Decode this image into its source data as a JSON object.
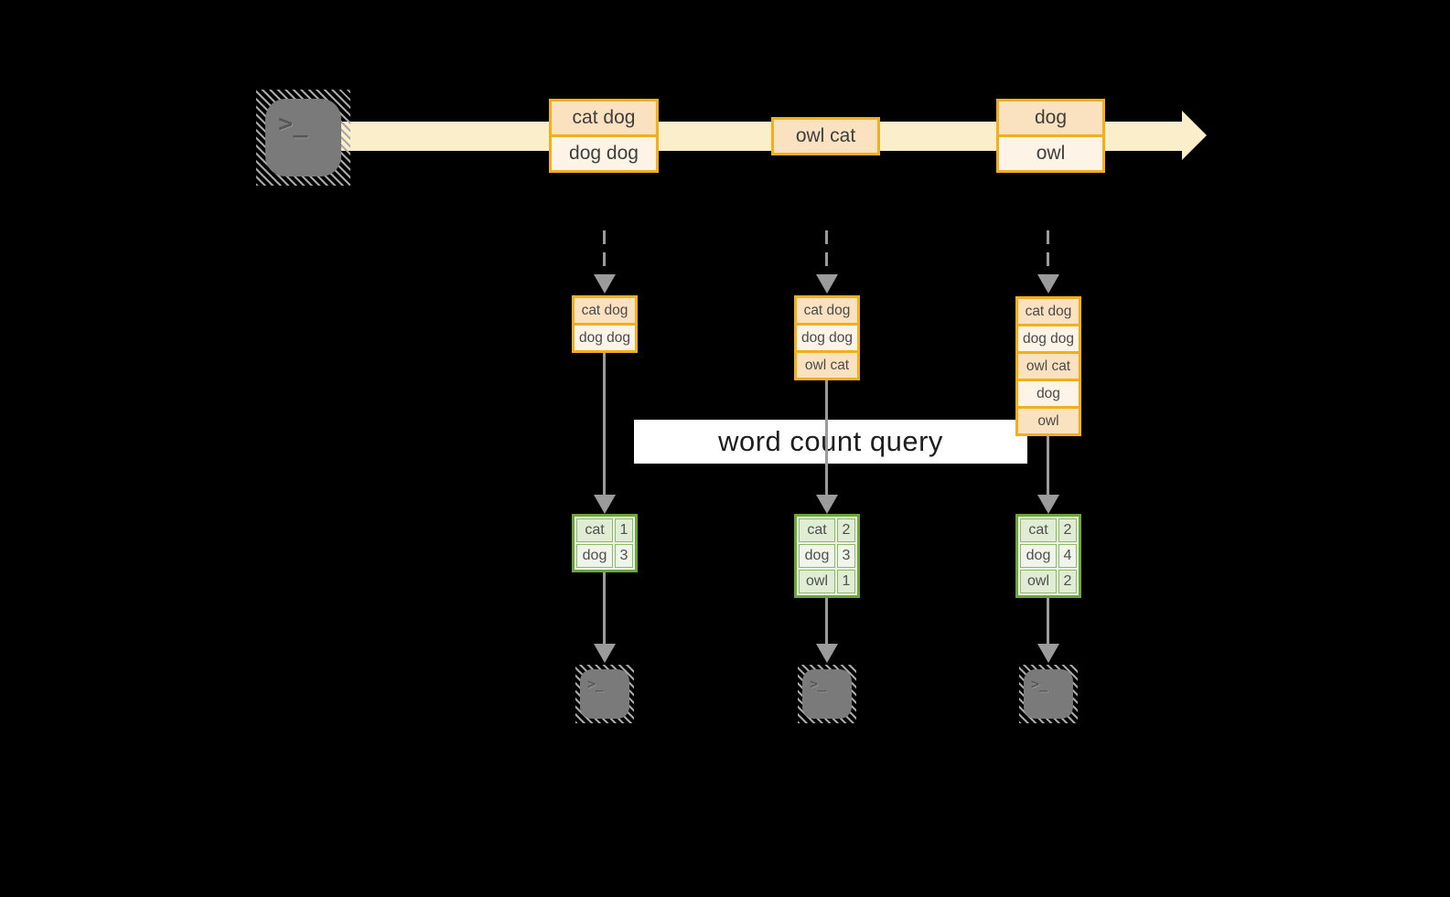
{
  "palette": {
    "background": "#000000",
    "stream_arrow": "#FAEFCA",
    "batch_border": "#F2AF1D",
    "batch_fill_dark": "#FAE2C1",
    "batch_fill_light": "#FDF3E6",
    "table_border": "#6CA53C",
    "table_fill_dark": "#E0EDD4",
    "table_fill_light": "#EFF5EA",
    "connector_gray": "#9B9B9B",
    "terminal_gray": "#7A7A7A",
    "banner_background": "#FFFFFF"
  },
  "terminals": {
    "prompt": ">_"
  },
  "stream": {
    "batches": [
      {
        "items": [
          "cat dog",
          "dog dog"
        ]
      },
      {
        "items": [
          "owl cat"
        ]
      },
      {
        "items": [
          "dog",
          "owl"
        ]
      }
    ]
  },
  "banner": {
    "label": "word count query"
  },
  "columns": [
    {
      "state": [
        "cat dog",
        "dog dog"
      ],
      "counts": [
        [
          "cat",
          "1"
        ],
        [
          "dog",
          "3"
        ]
      ]
    },
    {
      "state": [
        "cat dog",
        "dog dog",
        "owl cat"
      ],
      "counts": [
        [
          "cat",
          "2"
        ],
        [
          "dog",
          "3"
        ],
        [
          "owl",
          "1"
        ]
      ]
    },
    {
      "state": [
        "cat dog",
        "dog dog",
        "owl cat",
        "dog",
        "owl"
      ],
      "counts": [
        [
          "cat",
          "2"
        ],
        [
          "dog",
          "4"
        ],
        [
          "owl",
          "2"
        ]
      ]
    }
  ]
}
